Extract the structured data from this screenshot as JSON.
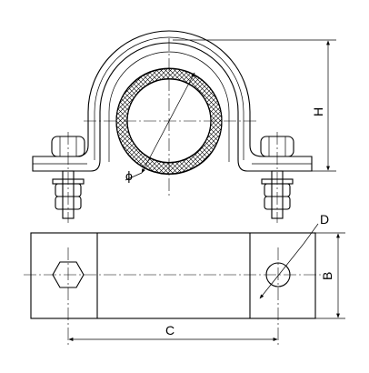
{
  "labels": {
    "H": "H",
    "phi": "ϕ",
    "D": "D",
    "B": "B",
    "C": "C"
  }
}
